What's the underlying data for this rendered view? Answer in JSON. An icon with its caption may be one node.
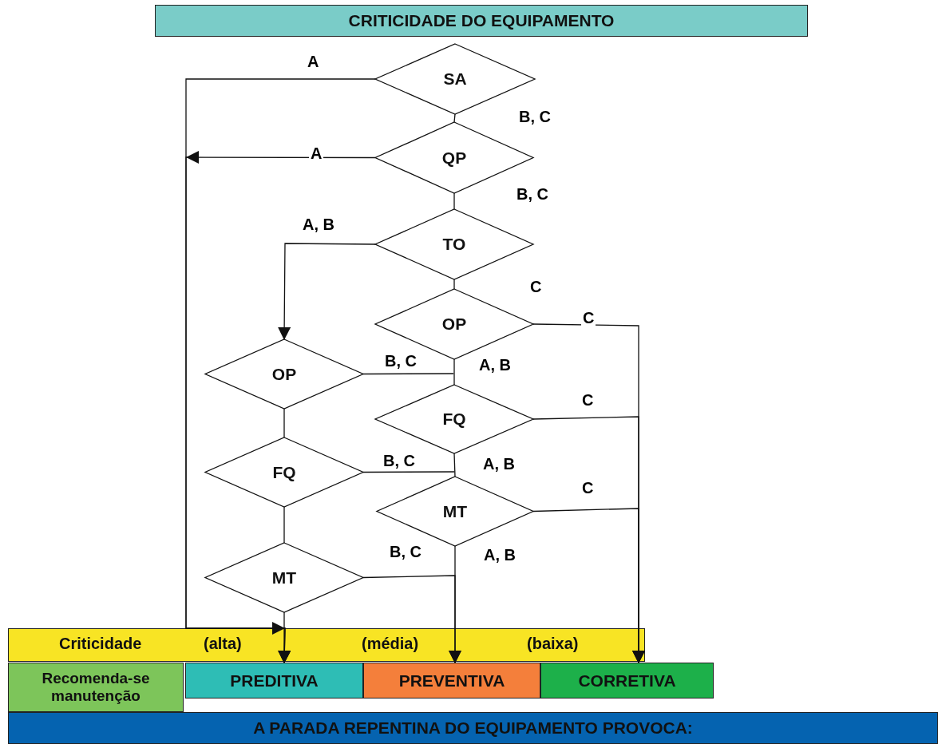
{
  "diagram": {
    "title": "CRITICIDADE DO EQUIPAMENTO",
    "nodes": [
      {
        "text": [
          "SA"
        ]
      },
      {
        "text": [
          "QP"
        ]
      },
      {
        "text": [
          "TO"
        ]
      },
      {
        "text": [
          "OP"
        ]
      },
      {
        "text": [
          "OP"
        ]
      },
      {
        "text": [
          "FQ"
        ]
      },
      {
        "text": [
          "FQ"
        ]
      },
      {
        "text": [
          "MT"
        ]
      },
      {
        "text": [
          "MT"
        ]
      },
      {
        "text": [
          "Recomenda-se manutenção"
        ]
      },
      {
        "text": [
          "PREDITIVA"
        ]
      },
      {
        "text": [
          "PREVENTIVA"
        ]
      },
      {
        "text": [
          "CORRETIVA"
        ]
      },
      {
        "text": [
          "A PARADA REPENTINA DO EQUIPAMENTO PROVOCA:"
        ]
      }
    ],
    "edges": [
      {
        "from": 0,
        "to": 1,
        "arrow": "none",
        "label": "B, C"
      },
      {
        "from": 1,
        "to": 2,
        "arrow": "none",
        "label": "B, C"
      },
      {
        "from": 2,
        "to": 3,
        "arrow": "none",
        "label": "C"
      },
      {
        "from": 3,
        "to": 5,
        "arrow": "none",
        "label": "A, B"
      },
      {
        "from": 5,
        "to": 7,
        "arrow": "none",
        "label": "A, B"
      },
      {
        "from": 7,
        "to": 11,
        "arrow": "to",
        "label": "A, B"
      },
      {
        "from": 0,
        "to": 10,
        "arrow": "to",
        "label": "A"
      },
      {
        "from": 1,
        "to": 10,
        "arrow": "to",
        "label": "A"
      },
      {
        "from": 2,
        "to": 4,
        "arrow": "to",
        "label": "A, B"
      },
      {
        "from": 3,
        "to": 12,
        "arrow": "to",
        "label": "C"
      },
      {
        "from": 5,
        "to": 12,
        "arrow": "to",
        "label": "C"
      },
      {
        "from": 7,
        "to": 12,
        "arrow": "to",
        "label": "C"
      },
      {
        "from": 4,
        "to": 5,
        "arrow": "none",
        "label": "B, C"
      },
      {
        "from": 6,
        "to": 7,
        "arrow": "none",
        "label": "B, C"
      },
      {
        "from": 8,
        "to": 11,
        "arrow": "to",
        "label": "B, C"
      },
      {
        "from": 4,
        "to": 6,
        "arrow": "none"
      },
      {
        "from": 6,
        "to": 8,
        "arrow": "none"
      },
      {
        "from": 8,
        "to": 10,
        "arrow": "to"
      }
    ],
    "labels": [
      "Criticidade",
      "(alta)",
      "(média)",
      "(baixa)"
    ]
  }
}
